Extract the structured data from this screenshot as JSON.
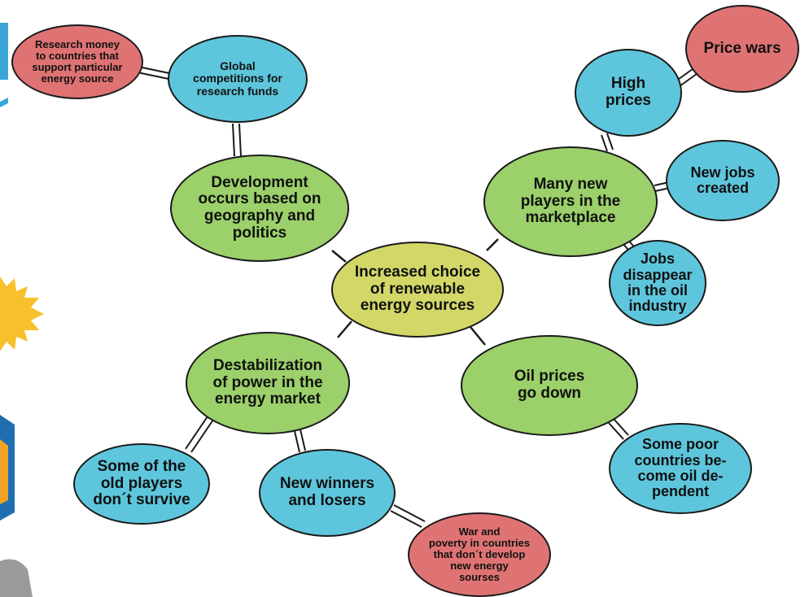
{
  "colors": {
    "main_branch": "#9bd06a",
    "center": "#d3d768",
    "secondary": "#5ec6dc",
    "tertiary": "#df7373",
    "outline": "#1a1a1a"
  },
  "nodes": {
    "center": "Increased choice\nof renewable\nenergy sources",
    "development": "Development\noccurs based on\ngeography and\npolitics",
    "many_players": "Many new\nplayers in the\nmarketplace",
    "destabilization": "Destabilization\nof power in the\nenergy market",
    "oil_prices_down": "Oil prices\ngo down",
    "global_competitions": "Global\ncompetitions for\nresearch funds",
    "research_money": "Research money\nto countries that\nsupport particular\nenergy source",
    "high_prices": "High\nprices",
    "price_wars": "Price wars",
    "new_jobs": "New jobs\ncreated",
    "jobs_disappear": "Jobs\ndisappear\nin the oil\nindustry",
    "old_players": "Some of the\nold players\ndon´t survive",
    "winners_losers": "New winners\nand losers",
    "war_poverty": "War and\npoverty in countries\nthat don´t develop\nnew energy\nsourses",
    "poor_countries": "Some poor\ncountries be-\ncome oil de-\npendent"
  }
}
